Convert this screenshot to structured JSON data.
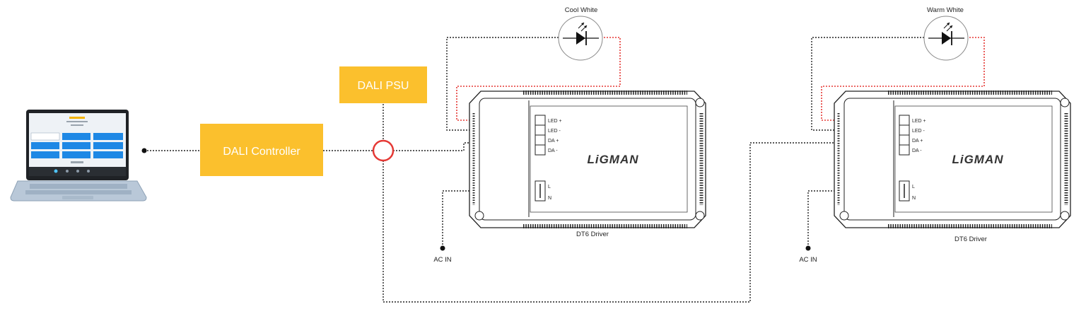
{
  "boxes": {
    "controller": "DALI Controller",
    "psu": "DALI PSU"
  },
  "drivers": [
    {
      "name": "DT6 Driver",
      "brand": "LiGMAN",
      "led_label": "Cool White",
      "ac_label": "AC IN",
      "terminals": [
        "LED +",
        "LED -",
        "DA  +",
        "DA  -"
      ],
      "power_terminals": [
        "L",
        "N"
      ]
    },
    {
      "name": "DT6 Driver",
      "brand": "LiGMAN",
      "led_label": "Warm White",
      "ac_label": "AC IN",
      "terminals": [
        "LED +",
        "LED -",
        "DA  +",
        "DA  -"
      ],
      "power_terminals": [
        "L",
        "N"
      ]
    }
  ],
  "colors": {
    "box_fill": "#fbc02d",
    "box_text": "#ffffff",
    "positive_wire": "#e53935",
    "wire": "#222222",
    "junction": "#e53935",
    "laptop_body": "#b9c8d8",
    "screen_button": "#1e88e5"
  },
  "icons": {
    "laptop": "laptop-icon",
    "led": "led-diode-icon"
  }
}
